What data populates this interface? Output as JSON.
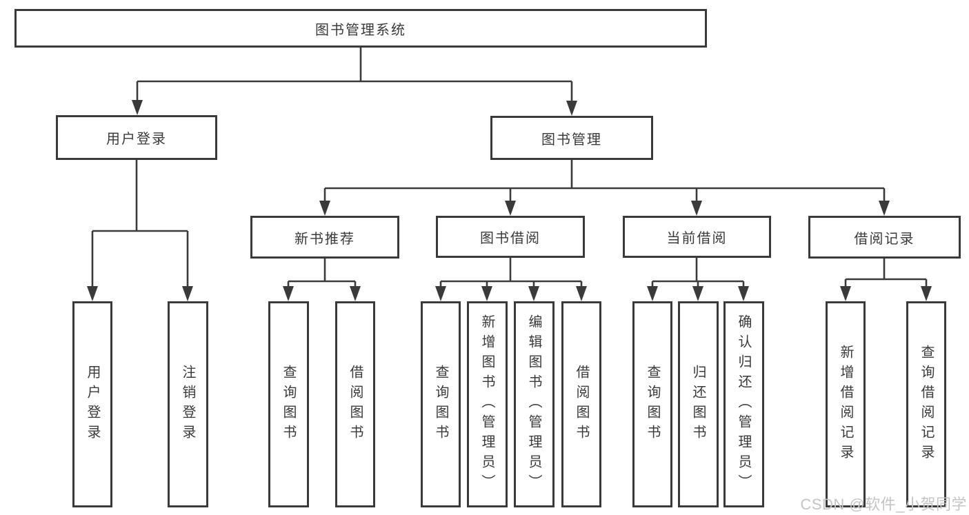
{
  "tree": {
    "label": "图书管理系统",
    "children": [
      {
        "label": "用户登录",
        "children": [
          {
            "label": "用户登录"
          },
          {
            "label": "注销登录"
          }
        ]
      },
      {
        "label": "图书管理",
        "children": [
          {
            "label": "新书推荐",
            "children": [
              {
                "label": "查询图书"
              },
              {
                "label": "借阅图书"
              }
            ]
          },
          {
            "label": "图书借阅",
            "children": [
              {
                "label": "查询图书"
              },
              {
                "label": "新增图书（管理员）"
              },
              {
                "label": "编辑图书（管理员）"
              },
              {
                "label": "借阅图书"
              }
            ]
          },
          {
            "label": "当前借阅",
            "children": [
              {
                "label": "查询图书"
              },
              {
                "label": "归还图书"
              },
              {
                "label": "确认归还（管理员）"
              }
            ]
          },
          {
            "label": "借阅记录",
            "children": [
              {
                "label": "新增借阅记录"
              },
              {
                "label": "查询借阅记录"
              }
            ]
          }
        ]
      }
    ]
  },
  "watermark": "CSDN @软件_小贺同学",
  "colors": {
    "line": "#3a3a3a",
    "box_border": "#3a3a3a",
    "box_background": "#ffffff",
    "text": "#3a3a3a",
    "watermark": "#c4c4c4",
    "page_background": "#ffffff"
  }
}
